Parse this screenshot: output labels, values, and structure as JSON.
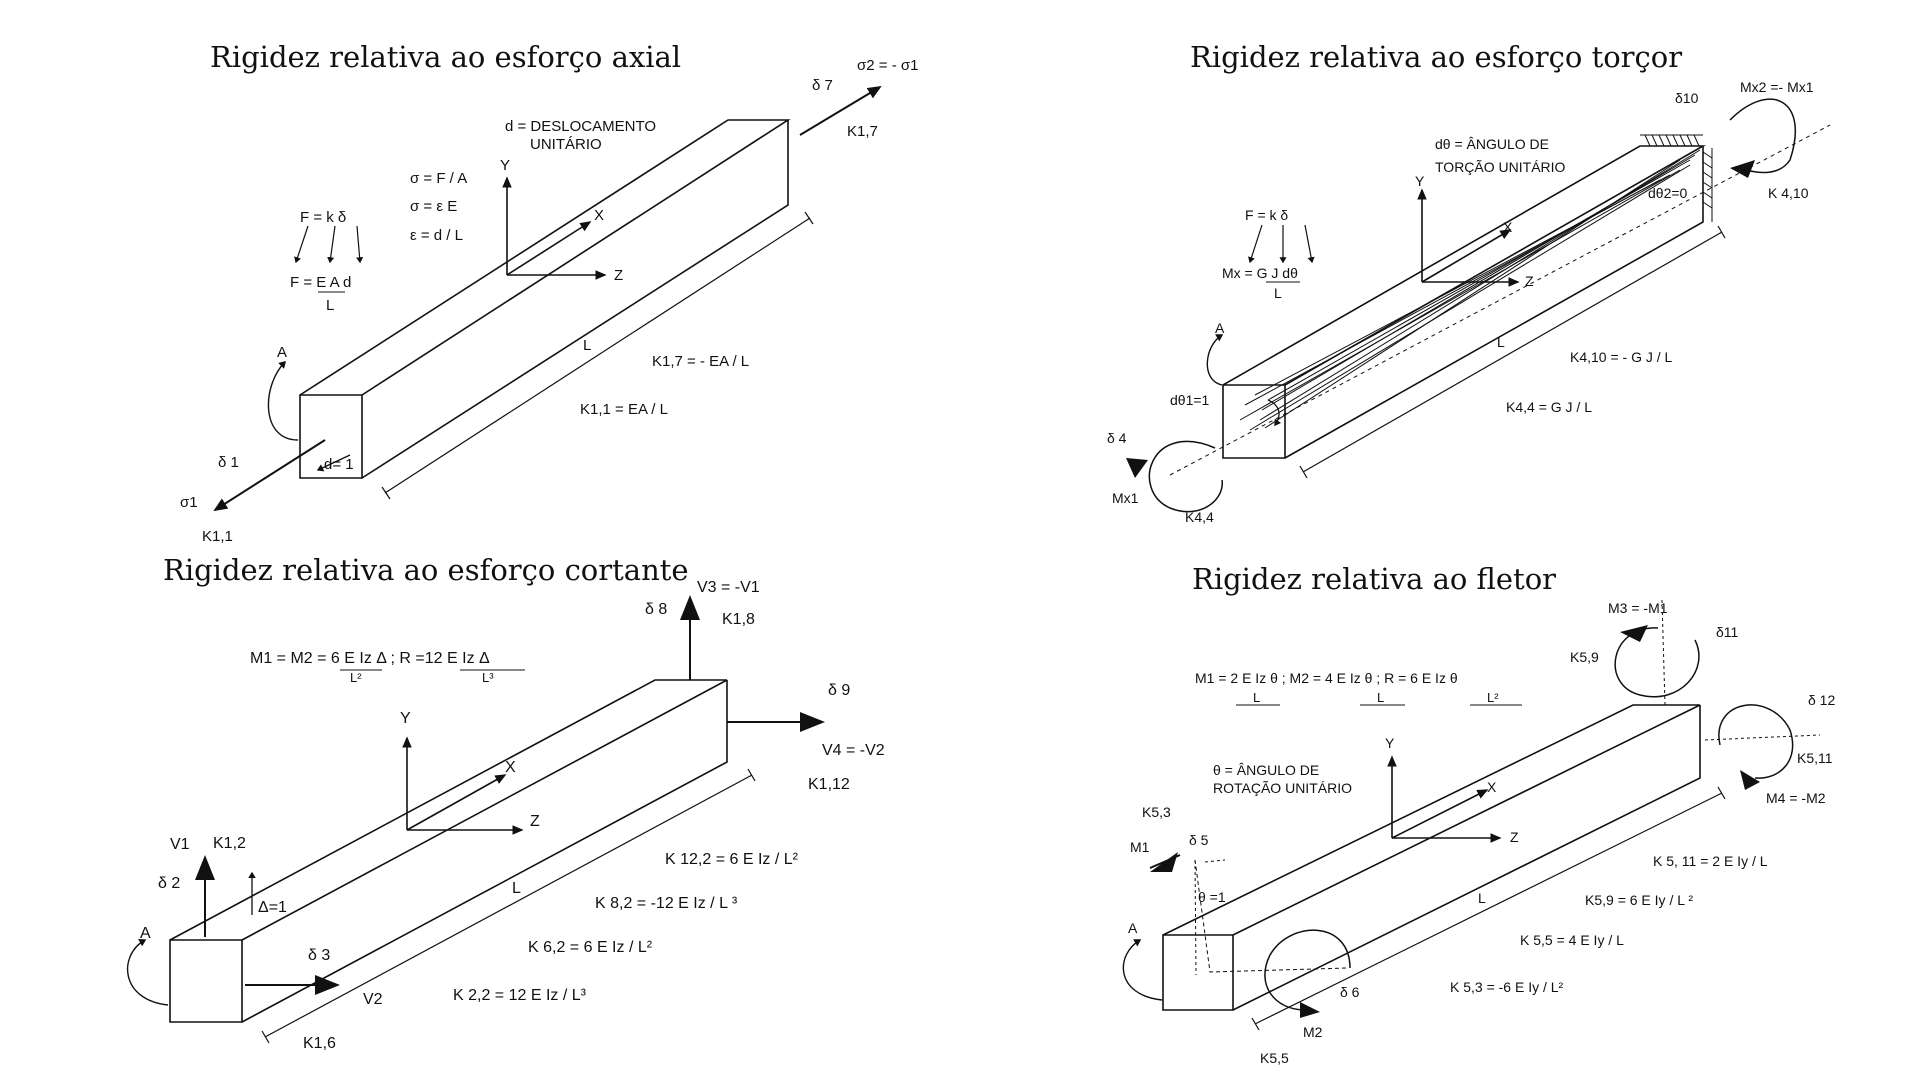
{
  "panels": {
    "axial": {
      "title": "Rigidez relativa ao esforço axial",
      "labels": {
        "delta7": "δ 7",
        "sigma2": "σ2 = - σ1",
        "k17_top": "K1,7",
        "d_def1": "d = DESLOCAMENTO",
        "d_def2": "UNITÁRIO",
        "eq1": "σ = F / A",
        "eq2": "σ = ε E",
        "eq3": "ε = d / L",
        "f_kd": "F =  k  δ",
        "f_ea": "F = E A  d",
        "f_l": "L",
        "y": "Y",
        "x": "X",
        "z": "Z",
        "a": "A",
        "l": "L",
        "k17": "K1,7 = - EA / L",
        "k11": "K1,1 = EA / L",
        "delta1": "δ 1",
        "d1": "d= 1",
        "sigma1": "σ1",
        "k11_bot": "K1,1"
      }
    },
    "torsion": {
      "title": "Rigidez relativa ao esforço torçor",
      "labels": {
        "delta10": "δ10",
        "mx2": "Mx2 =- Mx1",
        "dtheta1": "dθ = ÂNGULO DE",
        "dtheta2": "TORÇÃO UNITÁRIO",
        "dtheta2_0": "dθ2=0",
        "k410_right": "K 4,10",
        "y": "Y",
        "x": "X",
        "z": "Z",
        "f_kd": "F =  k  δ",
        "mx_gj": "Mx = G J  dθ",
        "f_l": "L",
        "a": "A",
        "l": "L",
        "k410": "K4,10 = - G J / L",
        "k44": "K4,4 = G J / L",
        "dtheta1_1": "dθ1=1",
        "delta4": "δ 4",
        "mx1": "Mx1",
        "k44_bot": "K4,4"
      }
    },
    "shear": {
      "title": "Rigidez relativa ao esforço cortante",
      "labels": {
        "v3": "V3 = -V1",
        "delta8": "δ 8",
        "k18": "K1,8",
        "m_eq": "M1 = M2 = 6 E Iz Δ ;   R =12 E Iz Δ",
        "m_l2": "L²",
        "m_l3": "L³",
        "delta9": "δ 9",
        "v4": "V4 = -V2",
        "k112": "K1,12",
        "y": "Y",
        "x": "X",
        "z": "Z",
        "v1": "V1",
        "k12": "K1,2",
        "delta2": "δ 2",
        "delta_1": "Δ=1",
        "a": "A",
        "delta3": "δ 3",
        "v2": "V2",
        "l": "L",
        "k122": "K 12,2 = 6 E Iz / L²",
        "k82": "K 8,2 = -12 E Iz / L ³",
        "k62": "K 6,2 = 6 E Iz / L²",
        "k22": "K 2,2 = 12 E Iz / L³",
        "k16": "K1,6"
      }
    },
    "bending": {
      "title": "Rigidez relativa ao fletor",
      "labels": {
        "m3": "M3 = -M1",
        "delta11": "δ11",
        "k59": "K5,9",
        "m_eq": "M1 = 2 E Iz θ  ; M2 = 4 E Iz θ ; R = 6 E Iz θ",
        "m_l": "L",
        "m_l_b": "L",
        "m_l2": "L²",
        "delta12": "δ 12",
        "k511_right": "K5,11",
        "m4": "M4 = -M2",
        "theta1": "θ = ÂNGULO DE",
        "theta2": "ROTAÇÃO UNITÁRIO",
        "y": "Y",
        "x": "X",
        "z": "Z",
        "k53_top": "K5,3",
        "m1": "M1",
        "delta5": "δ 5",
        "theta_1": "θ =1",
        "a": "A",
        "l": "L",
        "k511": "K 5, 11 = 2 E Iy / L",
        "k59_eq": "K5,9 = 6 E Iy / L ²",
        "k55": "K 5,5 = 4 E Iy / L",
        "k53": "K 5,3 = -6 E Iy / L²",
        "delta6": "δ 6",
        "m2": "M2",
        "k55_bot": "K5,5"
      }
    }
  }
}
